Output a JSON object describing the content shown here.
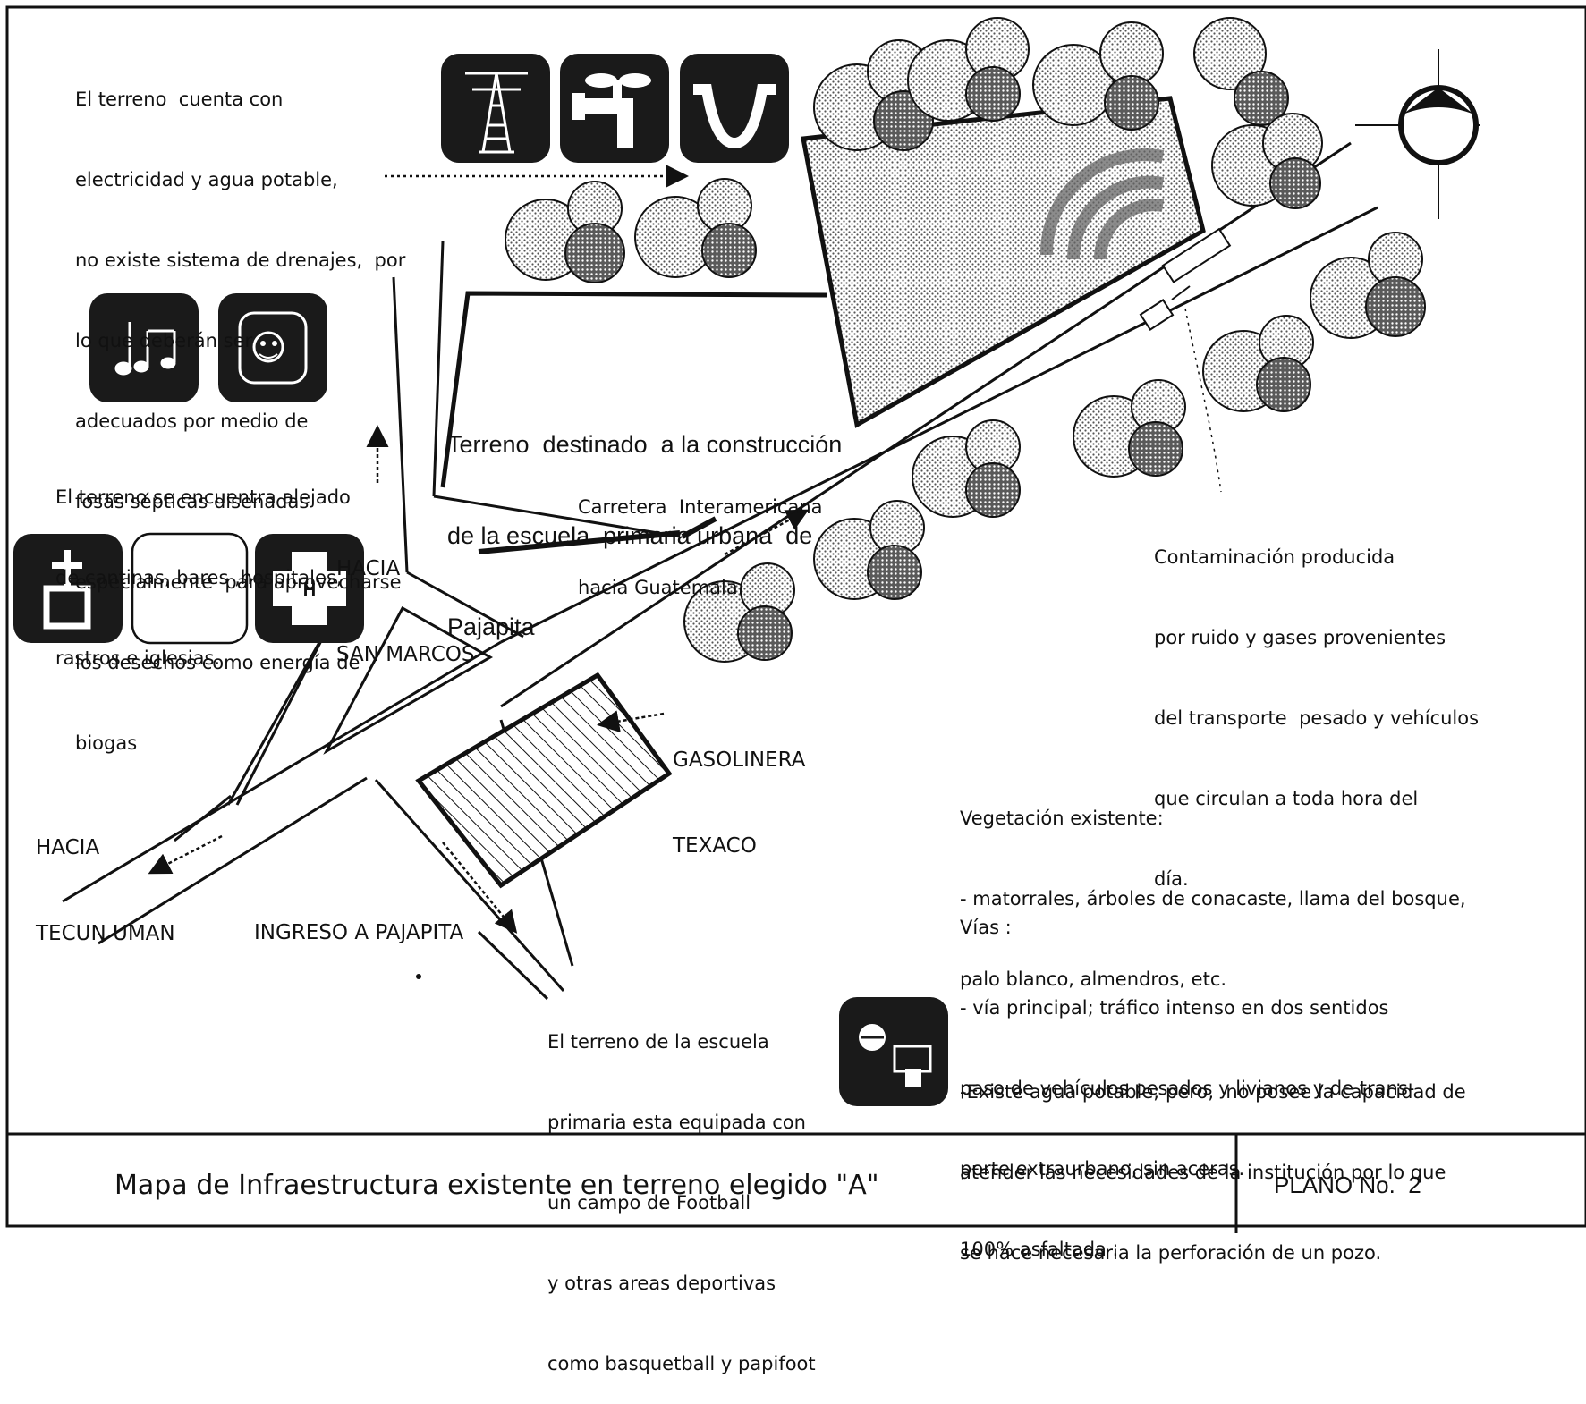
{
  "notes": {
    "services": [
      "El terreno  cuenta con",
      "electricidad y agua potable,",
      "no existe sistema de drenajes,  por",
      "lo que deberán ser",
      "adecuados por medio de",
      "fosas sépticas disenadas",
      "especialmente  para aprovecharse",
      "los desechos como energía de",
      "biogas"
    ],
    "distance": [
      "El terreno se encuentra alejado",
      "de cantinas, bares ,hospitales,",
      "rastros e iglesias."
    ],
    "site": [
      "Terreno  destinado  a la construcción",
      "de la escuela  primaria urbana  de",
      "Pajapita"
    ],
    "highway": [
      "Carretera  Interamericana",
      "hacia Guatemala."
    ],
    "contamination": [
      "Contaminación producida",
      "por ruido y gases provenientes",
      "del transporte  pesado y vehículos",
      "que circulan a toda hora del",
      "día."
    ],
    "vegetation": [
      "Vegetación existente:",
      "- matorrales, árboles de conacaste, llama del bosque,",
      "palo blanco, almendros, etc."
    ],
    "roads": [
      "Vías :",
      "- vía principal; tráfico intenso en dos sentidos",
      "paso de vehículos pesados y livianos y de trans-",
      "porte extraurbano, sin aceras.",
      "100% asfaltada ."
    ],
    "water": [
      "-Existe agua potable; pero,  no posee la capacidad de",
      "atender las necesidades de la institución por lo que",
      "se hace necesaria la perforación de un pozo."
    ],
    "sports": [
      "El terreno de la escuela",
      "primaria esta equipada con",
      "un campo de Football",
      "y otras areas deportivas",
      "como basquetball y papifoot"
    ]
  },
  "labels": {
    "san_marcos": [
      "HACIA",
      "SAN MARCOS"
    ],
    "tecun_uman": [
      "HACIA",
      "TECUN UMAN"
    ],
    "gasolinera": [
      "GASOLINERA",
      "TEXACO"
    ],
    "ingreso": "INGRESO A PAJAPITA"
  },
  "icons": [
    "power-tower-icon",
    "water-faucet-icon",
    "drainage-pipe-icon",
    "music-notes-icon",
    "bar-face-icon",
    "church-cross-icon",
    "hospital-icon",
    "sports-icon",
    "north-arrow-icon"
  ],
  "footer": {
    "title": "Mapa de Infraestructura existente en terreno elegido \"A\"",
    "plano": "PLANO No.  2"
  },
  "colors": {
    "ink": "#111111",
    "icon_fill": "#1a1a1a",
    "stipple": "#8a8a8a"
  }
}
